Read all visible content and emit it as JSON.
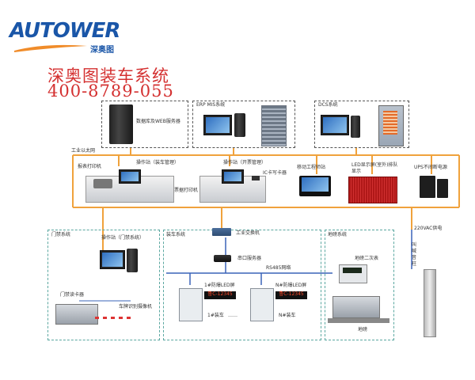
{
  "brand": {
    "logo_text": "AUTOWER",
    "logo_subtext": "深奥图",
    "headline": "深奥图装车系统",
    "phone": "400-8789-055"
  },
  "colors": {
    "brand_blue": "#1a56a8",
    "headline_red": "#d43030",
    "network_orange": "#f0a23c",
    "bus_blue": "#3a63b8",
    "dash_green": "#5aa7a0"
  },
  "top_servers": [
    {
      "label": "数据库及WEB服务器"
    },
    {
      "label": "ERP MIS系统"
    },
    {
      "label": "DCS系统"
    }
  ],
  "network": {
    "ethernet_label": "工业以太网",
    "power_label": "220VAC供电",
    "rs485_label": "RS485网络",
    "switch_label": "工业交换机",
    "serial_server_label": "串口服务器"
  },
  "stations": {
    "sp_printer": "报表打印机",
    "station_a": "操作站（装车管理）",
    "station_b": "操作站（开票管理）",
    "ticket_printer": "票据打印机",
    "ic_reader": "IC卡写卡器",
    "mobile": "移动工程师站",
    "led_display": "LED显示屏(室外)排队显示",
    "ups": "UPS不间断电源"
  },
  "gate": {
    "title": "门禁系统",
    "operator": "操作站（门禁系统）",
    "card_reader": "门禁读卡器",
    "plate_camera": "车牌识别摄像机"
  },
  "loading": {
    "title": "装车系统",
    "led1": "1#防爆LED屏",
    "ledn": "N#防爆LED屏",
    "led_text": "鲁C-12345",
    "bay1": "1#装车",
    "dots": "……",
    "bayn": "N#装车"
  },
  "weigh": {
    "title": "地磅系统",
    "display": "地磅二次表",
    "pole": "叫喊音柱",
    "scale": "地磅"
  }
}
